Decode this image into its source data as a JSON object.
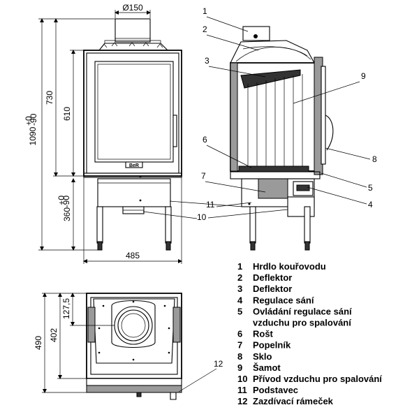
{
  "dimensions": {
    "flue_diameter": "Ø150",
    "total_height": "1090",
    "total_height_tol_top": "+0",
    "total_height_tol_bottom": "-90",
    "body_height": "730",
    "door_height": "610",
    "stand_height": "360",
    "stand_height_tol_top": "+0",
    "stand_height_tol_bottom": "-90",
    "width": "485",
    "depth": "490",
    "depth_inner": "402",
    "flue_offset": "127,5"
  },
  "brand_badge": "BeR",
  "callouts": [
    "1",
    "2",
    "3",
    "4",
    "5",
    "6",
    "7",
    "8",
    "9",
    "10",
    "11",
    "12"
  ],
  "legend": [
    {
      "num": "1",
      "text": "Hrdlo kouřovodu"
    },
    {
      "num": "2",
      "text": "Deflektor"
    },
    {
      "num": "3",
      "text": "Deflektor"
    },
    {
      "num": "4",
      "text": "Regulace sání"
    },
    {
      "num": "5",
      "text": "Ovládání regulace sání"
    },
    {
      "num": "",
      "text": "vzduchu pro spalování"
    },
    {
      "num": "6",
      "text": "Rošt"
    },
    {
      "num": "7",
      "text": "Popelník"
    },
    {
      "num": "8",
      "text": "Sklo"
    },
    {
      "num": "9",
      "text": "Šamot"
    },
    {
      "num": "10",
      "text": "Přívod vzduchu pro spalování"
    },
    {
      "num": "11",
      "text": "Podstavec"
    },
    {
      "num": "12",
      "text": "Zazdívací rámeček"
    }
  ]
}
